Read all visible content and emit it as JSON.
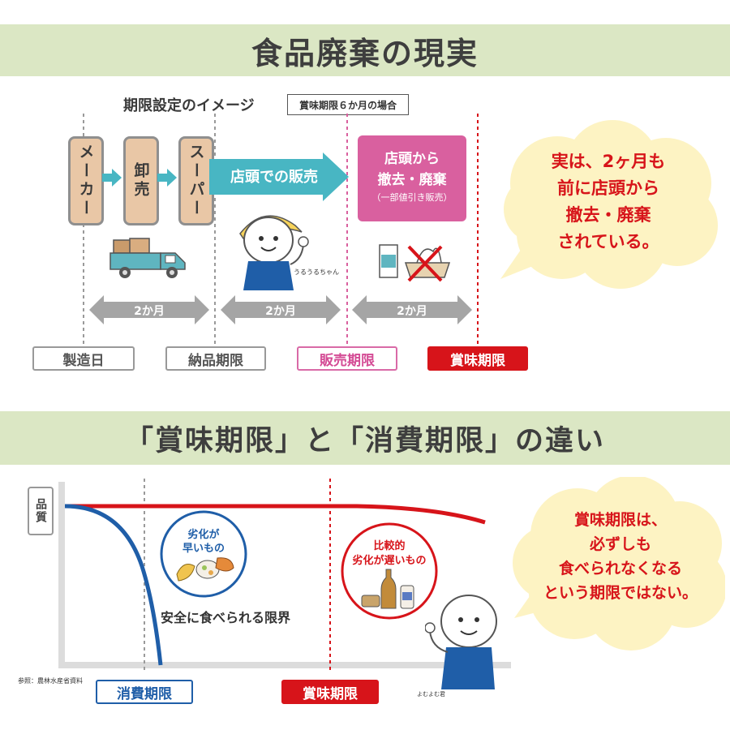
{
  "section1": {
    "title": "食品廃棄の現実",
    "subtitle": "期限設定のイメージ",
    "subtitle_note": "賞味期限６か月の場合",
    "chain": [
      "メーカー",
      "卸売",
      "スーパー"
    ],
    "chain_vertical": [
      "メ|ー|カ|ー",
      "卸|売",
      "ス|ー|パ|ー"
    ],
    "store_sale": "店頭での販売",
    "removal_line1": "店頭から",
    "removal_line2": "撤去・廃棄",
    "removal_line3": "（一部値引き販売）",
    "character_name": "うるうるちゃん",
    "durations": [
      "2か月",
      "2か月",
      "2か月"
    ],
    "milestones": [
      "製造日",
      "納品期限",
      "販売期限",
      "賞味期限"
    ],
    "bubble_lines": [
      "実は、2ヶ月も",
      "前に店頭から",
      "撤去・廃棄",
      "されている。"
    ]
  },
  "section2": {
    "title": "「賞味期限」と「消費期限」の違い",
    "y_label": "品質",
    "fast_label_line1": "劣化が",
    "fast_label_line2": "早いもの",
    "slow_label_line1": "比較的",
    "slow_label_line2": "劣化が遅いもの",
    "safe_limit": "安全に食べられる限界",
    "source": "参照：農林水産省資料",
    "consume_by": "消費期限",
    "best_before": "賞味期限",
    "character_name": "よむよむ君",
    "bubble_lines": [
      "賞味期限は、",
      "必ずしも",
      "食べられなくなる",
      "という期限ではない。"
    ]
  },
  "colors": {
    "banner": "#dbe7c4",
    "teal_arrow": "#48b6c3",
    "pink": "#d9609f",
    "red": "#d7141a",
    "blue": "#1f5ea8",
    "bubble": "#fdf3c3"
  }
}
